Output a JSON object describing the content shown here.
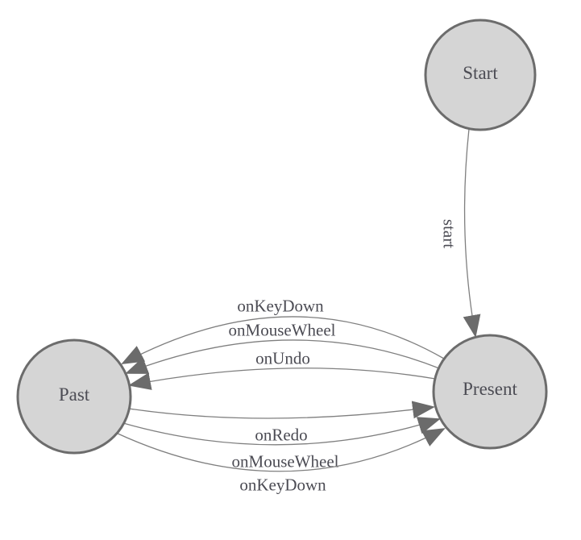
{
  "diagram": {
    "type": "state-machine",
    "colors": {
      "background": "#ffffff",
      "node_fill": "#d5d5d5",
      "node_stroke": "#6c6c6c",
      "edge_line": "#7f7f7f",
      "arrowhead": "#6b6b6b",
      "label_text": "#4c4c54"
    },
    "nodes": [
      {
        "id": "start",
        "label": "Start"
      },
      {
        "id": "past",
        "label": "Past"
      },
      {
        "id": "present",
        "label": "Present"
      }
    ],
    "edges": [
      {
        "from": "Start",
        "to": "Present",
        "label": "start"
      },
      {
        "from": "Present",
        "to": "Past",
        "label": "onKeyDown"
      },
      {
        "from": "Present",
        "to": "Past",
        "label": "onMouseWheel"
      },
      {
        "from": "Present",
        "to": "Past",
        "label": "onUndo"
      },
      {
        "from": "Past",
        "to": "Present",
        "label": "onRedo"
      },
      {
        "from": "Past",
        "to": "Present",
        "label": "onMouseWheel"
      },
      {
        "from": "Past",
        "to": "Present",
        "label": "onKeyDown"
      }
    ]
  }
}
